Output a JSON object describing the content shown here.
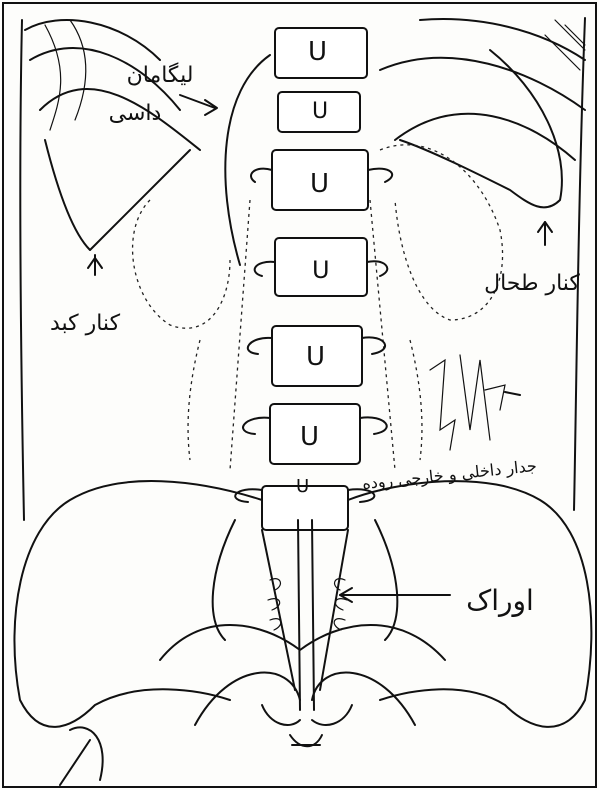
{
  "labels": {
    "ligament": "لیگامان",
    "ligament_line2": "داسی",
    "liver_edge": "کنار کبد",
    "spleen_edge": "کنار طحال",
    "intestine_wall": "جدار داخلی و خارجی روده",
    "ureter": "اوراک"
  },
  "vertebra_mark": "U",
  "colors": {
    "ink": "#111111",
    "paper": "#fdfdfb"
  }
}
